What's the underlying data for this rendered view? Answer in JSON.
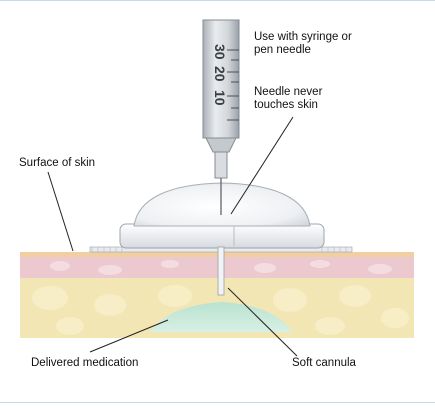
{
  "labels": {
    "syringe_use": "Use with syringe or\npen needle",
    "needle_never": "Needle never\ntouches skin",
    "surface_of_skin": "Surface of skin",
    "delivered_medication": "Delivered medication",
    "soft_cannula": "Soft cannula"
  },
  "syringe_markings": [
    "30",
    "20",
    "10"
  ],
  "colors": {
    "dermis_pink": "#ecc9cf",
    "subcutis_yellow": "#f3e6b5",
    "skin_surface": "#f2cfa3",
    "medication": "#a9dbc8",
    "device_white": "#f2f3f5",
    "syringe_barrel": "#d5d9dd",
    "frame_border": "#c9dbe8"
  }
}
